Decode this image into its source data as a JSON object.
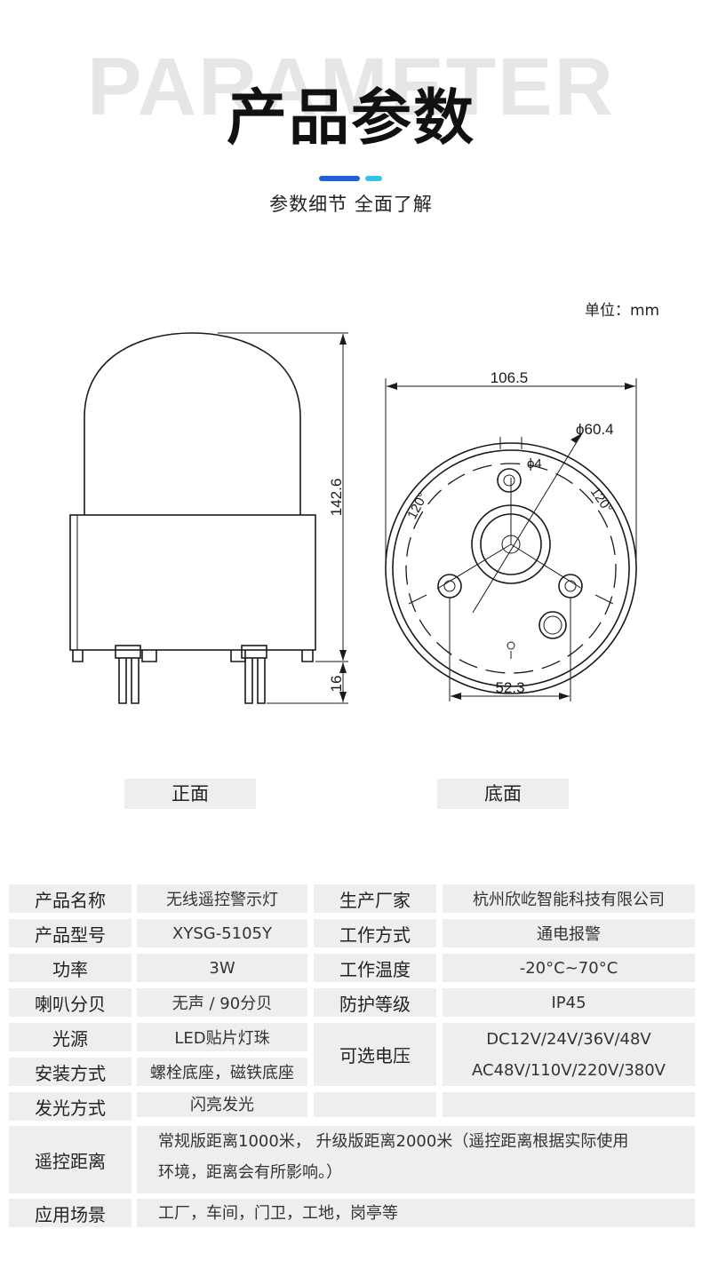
{
  "header": {
    "bg_word": "PARAMETER",
    "title": "产品参数",
    "subtitle": "参数细节 全面了解",
    "accent_colors": [
      "#1f5fd8",
      "#35c1e8"
    ]
  },
  "drawing": {
    "unit": "单位：mm",
    "height_total": "142.6",
    "height_pins": "16",
    "width_total": "106.5",
    "diameter_circle": "ϕ60.4",
    "hole": "ϕ4",
    "angle_left": "120°",
    "angle_right": "120°",
    "width_inner": "52.3",
    "front_label": "正面",
    "bottom_label": "底面"
  },
  "table": {
    "product_name_label": "产品名称",
    "product_name_value": "无线遥控警示灯",
    "manufacturer_label": "生产厂家",
    "manufacturer_value": "杭州欣屹智能科技有限公司",
    "model_label": "产品型号",
    "model_value": "XYSG-5105Y",
    "work_mode_label": "工作方式",
    "work_mode_value": "通电报警",
    "power_label": "功率",
    "power_value": "3W",
    "temp_label": "工作温度",
    "temp_value": "-20°C~70°C",
    "horn_label": "喇叭分贝",
    "horn_value": "无声 /  90分贝",
    "protection_label": "防护等级",
    "protection_value": "IP45",
    "light_label": "光源",
    "light_value": "LED贴片灯珠",
    "voltage_label": "可选电压",
    "voltage_value_1": "DC12V/24V/36V/48V",
    "voltage_value_2": "AC48V/110V/220V/380V",
    "install_label": "安装方式",
    "install_value": "螺栓底座，磁铁底座",
    "emit_label": "发光方式",
    "emit_value": "闪亮发光",
    "remote_label": "遥控距离",
    "remote_value_1": "常规版距离1000米， 升级版距离2000米（遥控距离根据实际使用",
    "remote_value_2": "环境，距离会有所影响。）",
    "scene_label": "应用场景",
    "scene_value": "工厂，车间，门卫，工地，岗亭等"
  }
}
